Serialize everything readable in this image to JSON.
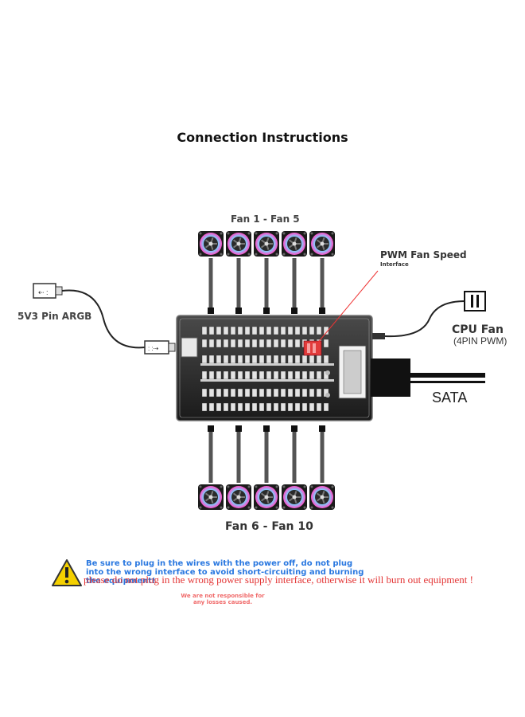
{
  "title": "Connection Instructions",
  "fans_top": {
    "label": "Fan 1 - Fan 5"
  },
  "fans_bottom": {
    "label": "Fan 6 - Fan 10"
  },
  "argb": {
    "label": "5V3 Pin ARGB"
  },
  "pwm": {
    "label": "PWM Fan Speed",
    "sublabel": "Interface"
  },
  "cpu_fan": {
    "label": "CPU Fan",
    "sublabel": "(4PIN PWM)"
  },
  "sata": {
    "label": "SATA"
  },
  "warning": {
    "line1": "Be sure to plug in the wires with the power off, do not plug into the wrong interface to avoid short-circuiting and burning the equipment!",
    "line2": "please do not plug in the wrong power supply interface, otherwise it will burn out equipment !",
    "line3": "We are not responsible for any losses caused.",
    "icon": "warning-triangle-icon",
    "colors": {
      "blue": "#2a78e0",
      "red": "#e33434",
      "pink": "#f06a6a",
      "yellow": "#f4d000"
    }
  }
}
